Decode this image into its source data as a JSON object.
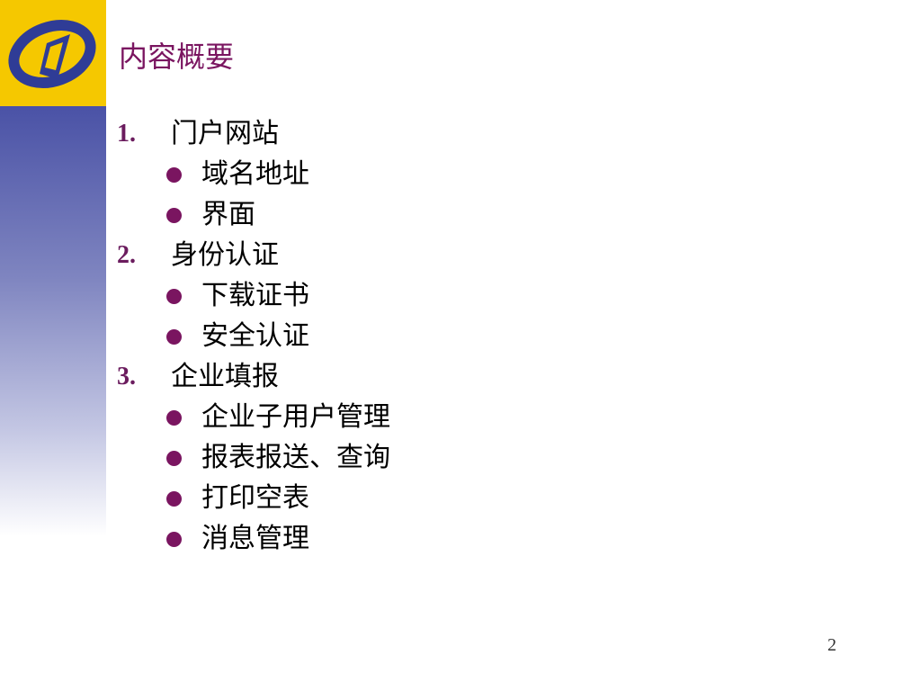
{
  "slide": {
    "title": "内容概要",
    "page_number": "2",
    "sections": [
      {
        "number": "1.",
        "label": "门户网站",
        "items": [
          "域名地址",
          "界面"
        ]
      },
      {
        "number": "2.",
        "label": "身份认证",
        "items": [
          "下载证书",
          "安全认证"
        ]
      },
      {
        "number": "3.",
        "label": "企业填报",
        "items": [
          "企业子用户管理",
          "报表报送、查询",
          "打印空表",
          "消息管理"
        ]
      }
    ]
  },
  "colors": {
    "title": "#7a1560",
    "bullet": "#7a1560",
    "logo_background": "#f5c800",
    "logo_mark": "#2f3c96",
    "sidebar_top": "#4a52a6"
  },
  "icons": {
    "logo": "statistics-logo-icon",
    "bullet": "filled-circle-bullet-icon"
  }
}
